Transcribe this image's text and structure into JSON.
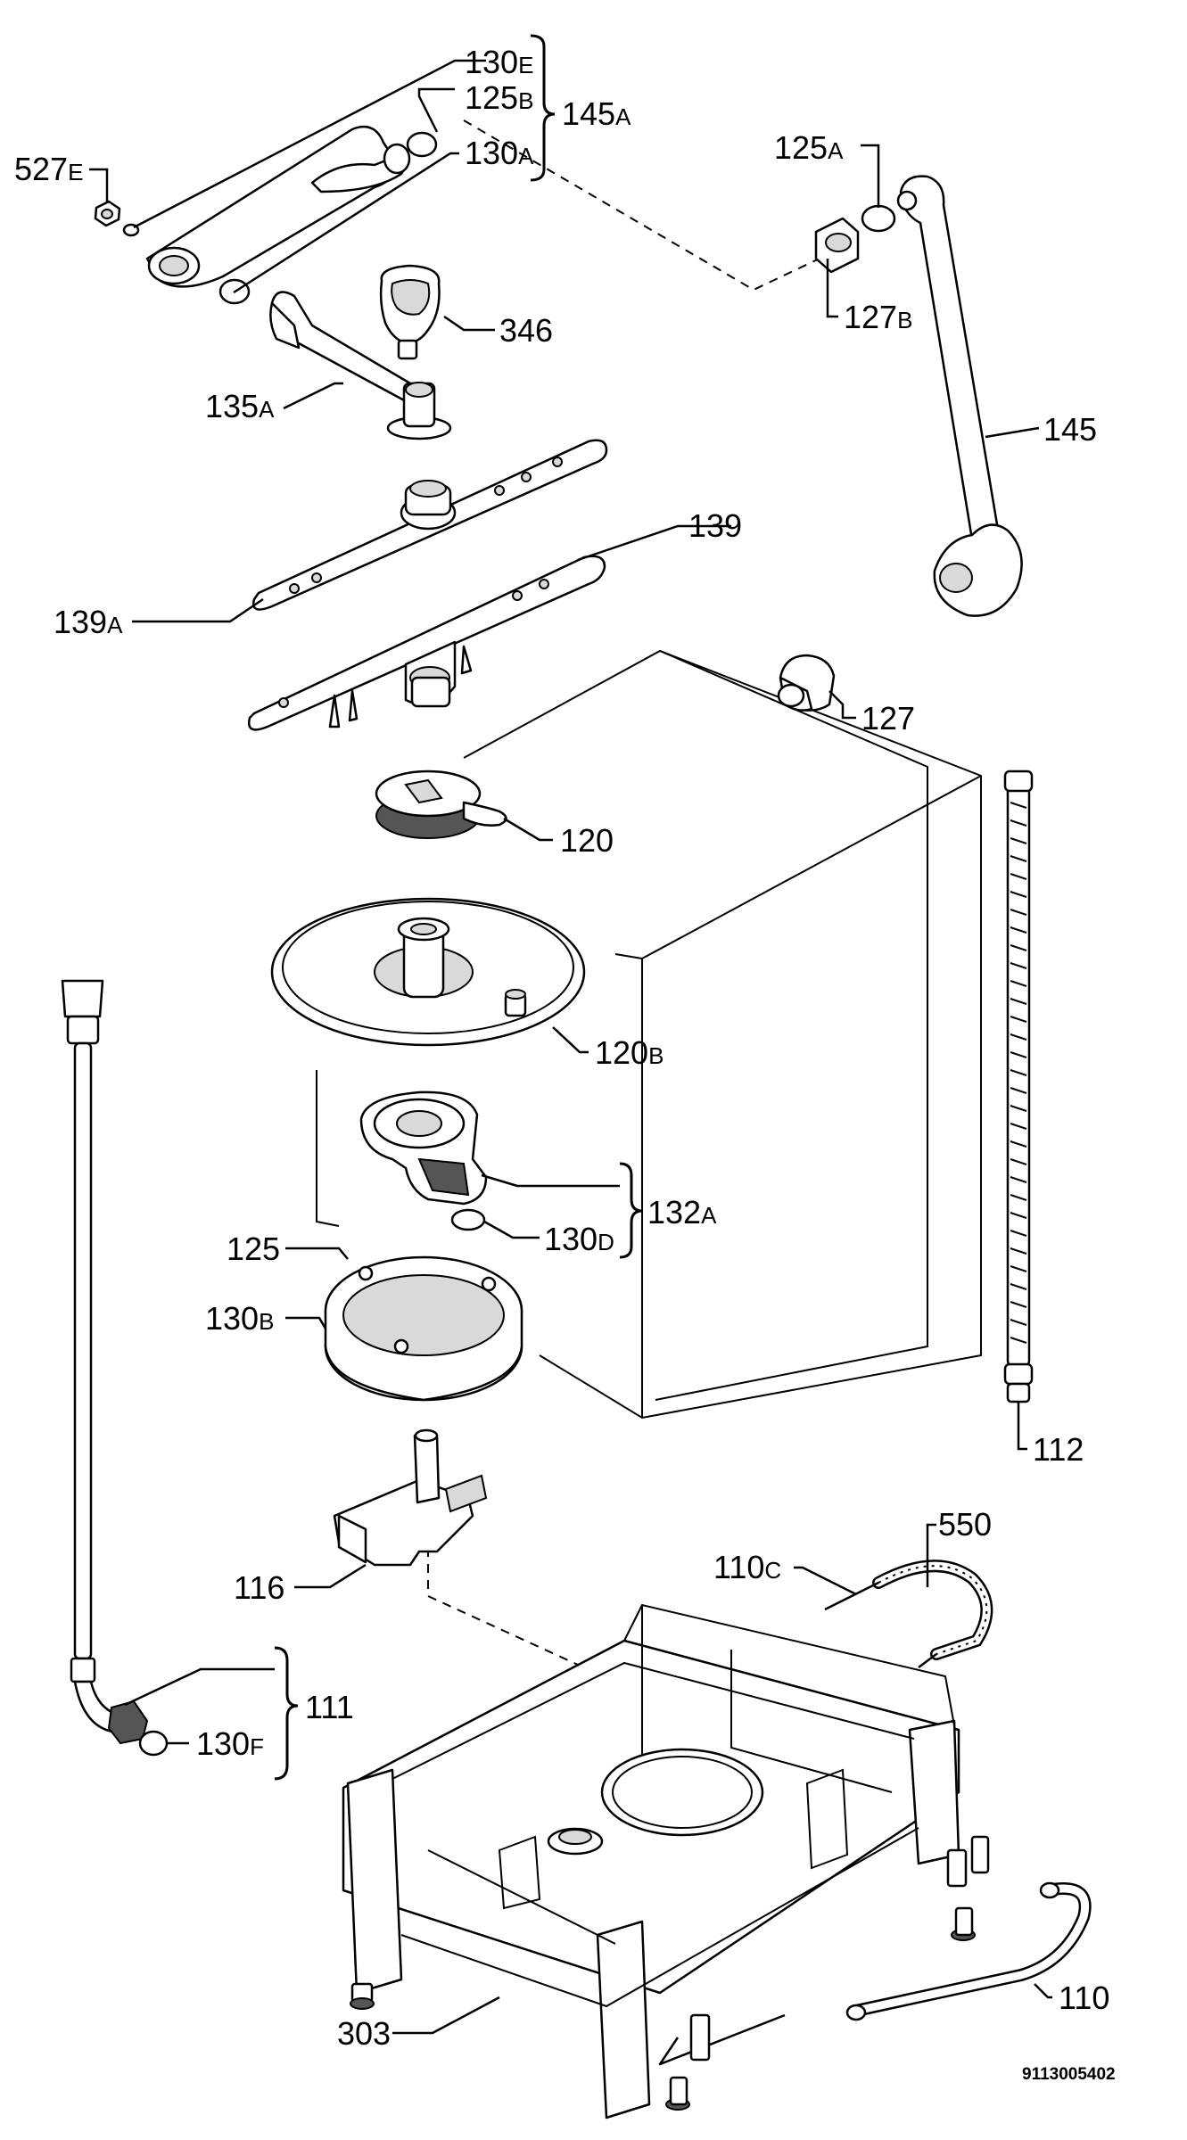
{
  "doc_number": "9113005402",
  "labels": {
    "l130e": {
      "num": "130",
      "sfx": "E"
    },
    "l125b": {
      "num": "125",
      "sfx": "B"
    },
    "l145a": {
      "num": "145",
      "sfx": "A"
    },
    "l130a": {
      "num": "130",
      "sfx": "A"
    },
    "l527e": {
      "num": "527",
      "sfx": "E"
    },
    "l125a": {
      "num": "125",
      "sfx": "A"
    },
    "l127b": {
      "num": "127",
      "sfx": "B"
    },
    "l346": {
      "num": "346",
      "sfx": ""
    },
    "l135a": {
      "num": "135",
      "sfx": "A"
    },
    "l145": {
      "num": "145",
      "sfx": ""
    },
    "l139": {
      "num": "139",
      "sfx": ""
    },
    "l139a": {
      "num": "139",
      "sfx": "A"
    },
    "l127": {
      "num": "127",
      "sfx": ""
    },
    "l120": {
      "num": "120",
      "sfx": ""
    },
    "l120b": {
      "num": "120",
      "sfx": "B"
    },
    "l132a": {
      "num": "132",
      "sfx": "A"
    },
    "l130d": {
      "num": "130",
      "sfx": "D"
    },
    "l125": {
      "num": "125",
      "sfx": ""
    },
    "l130b": {
      "num": "130",
      "sfx": "B"
    },
    "l112": {
      "num": "112",
      "sfx": ""
    },
    "l550": {
      "num": "550",
      "sfx": ""
    },
    "l110c": {
      "num": "110",
      "sfx": "C"
    },
    "l116": {
      "num": "116",
      "sfx": ""
    },
    "l111": {
      "num": "111",
      "sfx": ""
    },
    "l130f": {
      "num": "130",
      "sfx": "F"
    },
    "l303": {
      "num": "303",
      "sfx": ""
    },
    "l110": {
      "num": "110",
      "sfx": ""
    }
  }
}
